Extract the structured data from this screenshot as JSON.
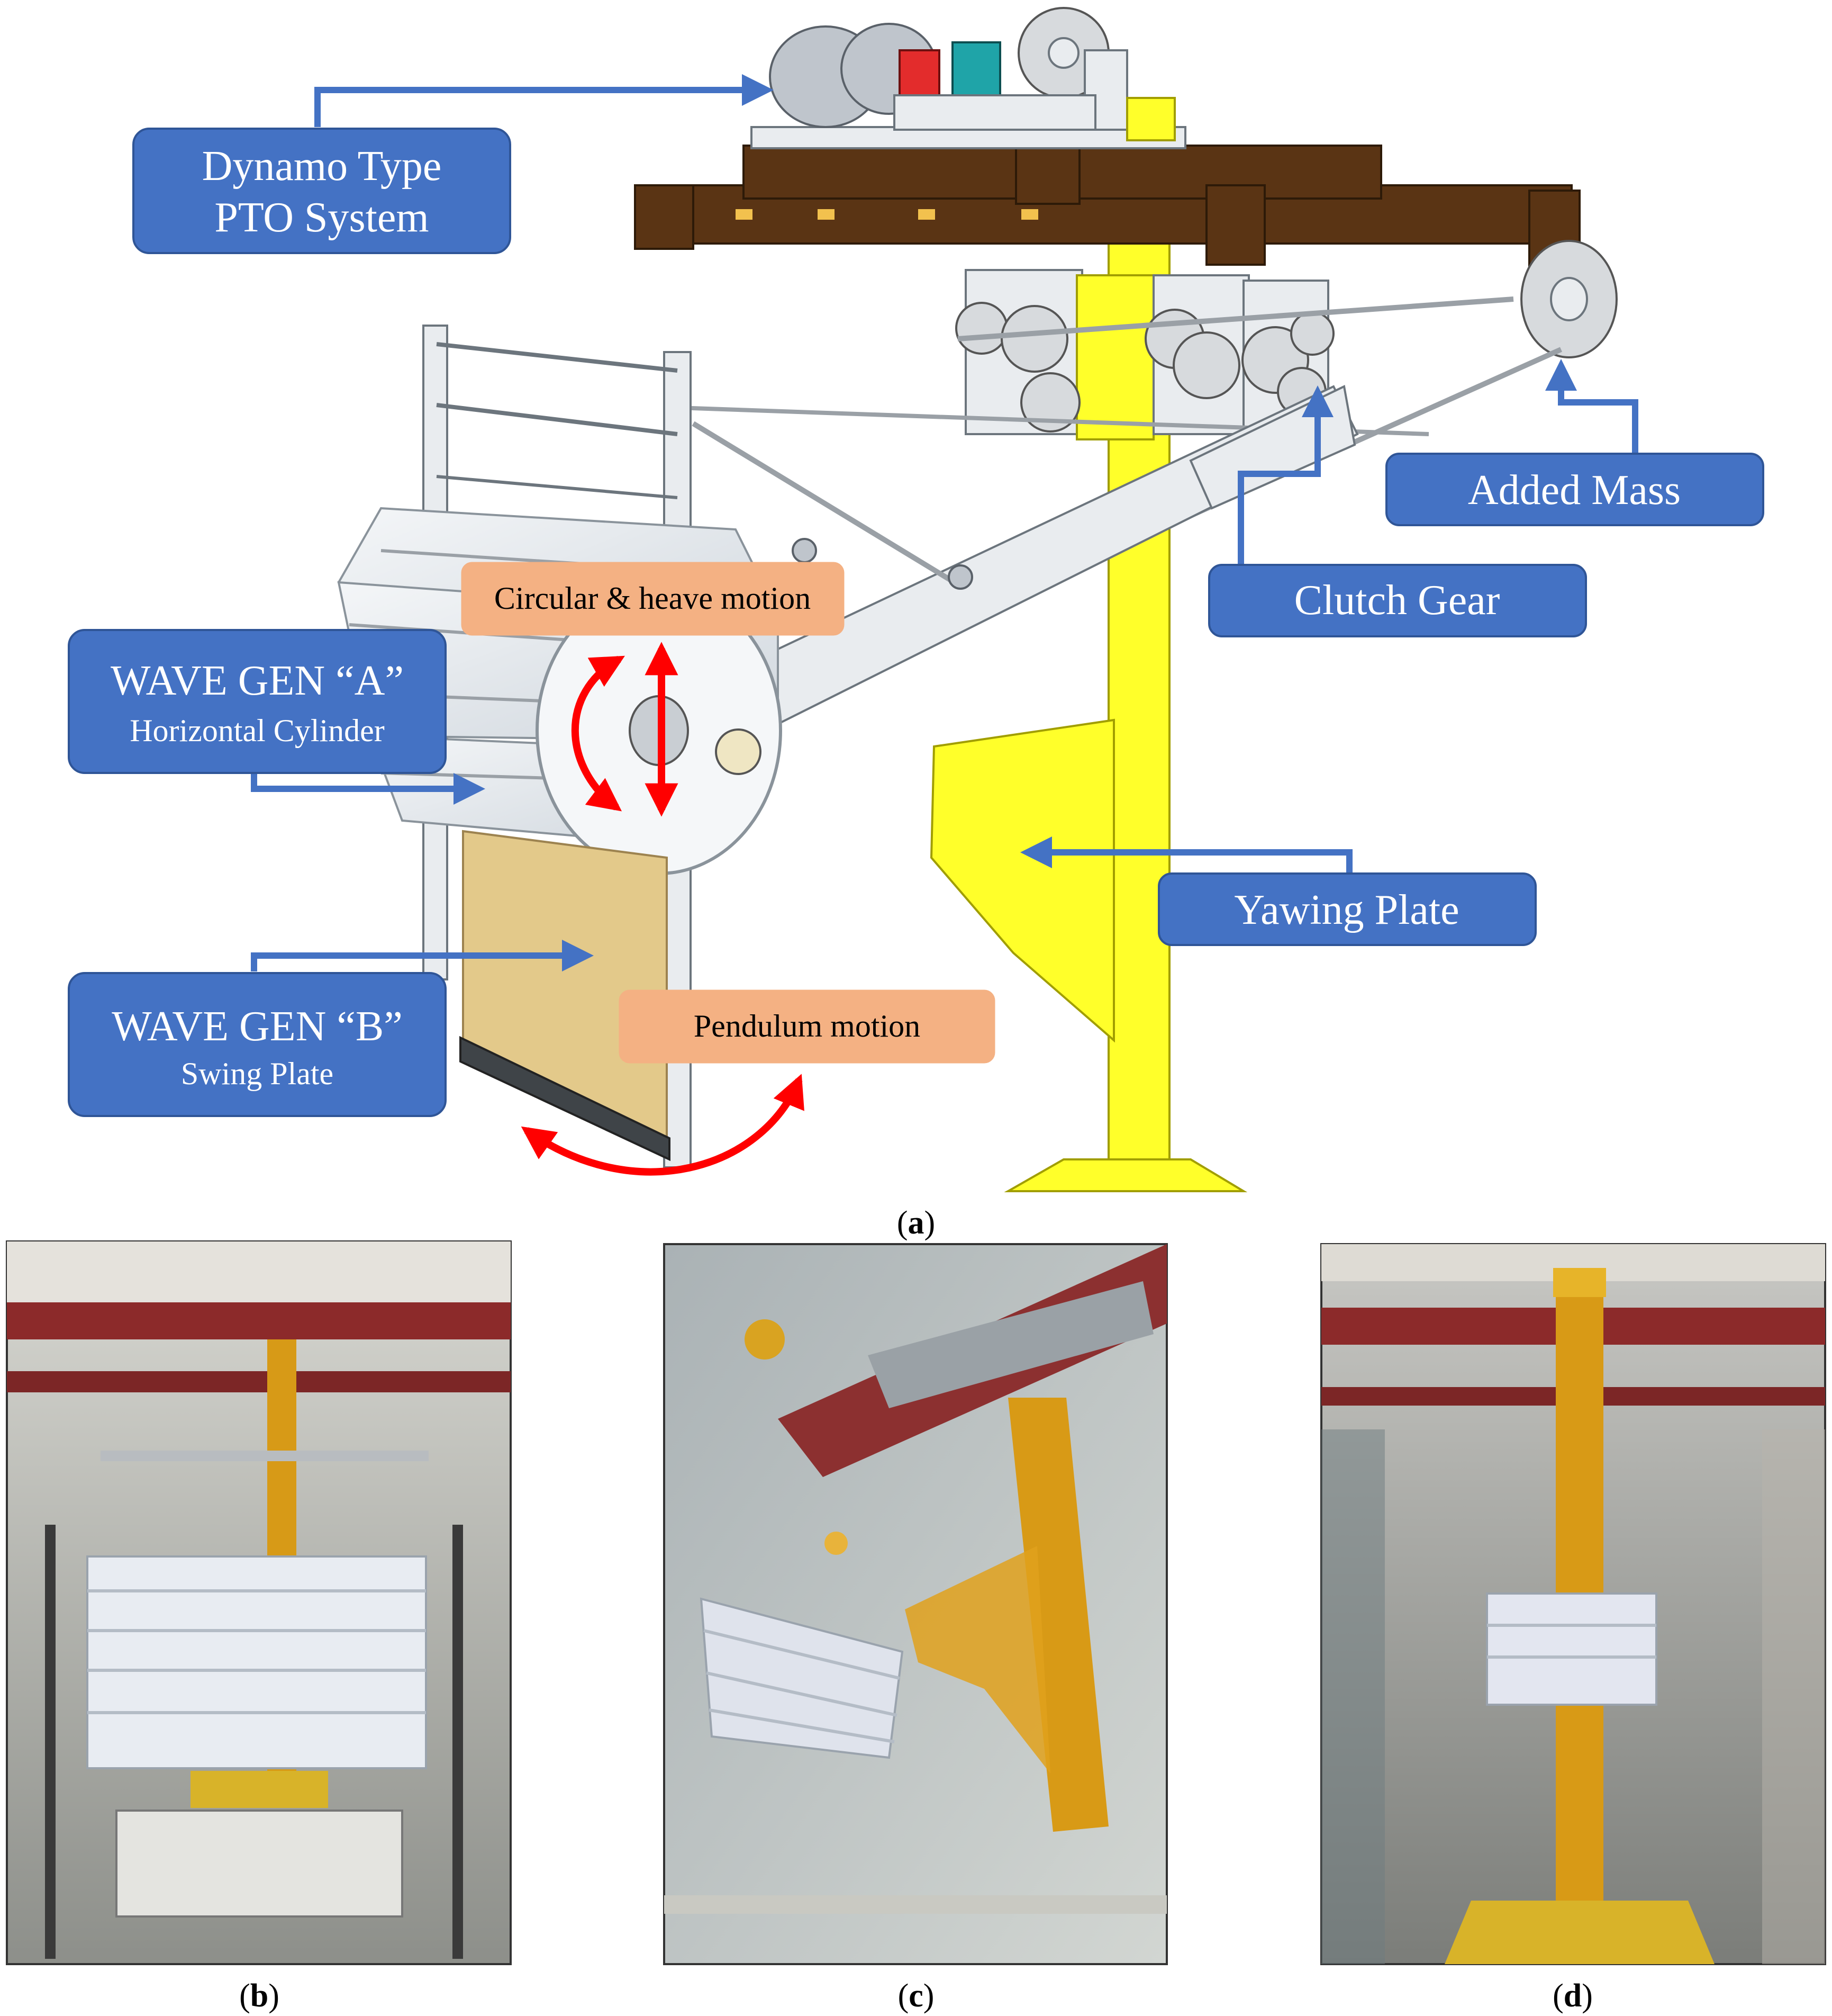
{
  "labels": {
    "dynamo_line1": "Dynamo Type",
    "dynamo_line2": "PTO System",
    "added_mass": "Added Mass",
    "clutch_gear": "Clutch Gear",
    "wave_a_line1": "WAVE GEN “A”",
    "wave_a_line2": "Horizontal Cylinder",
    "wave_b_line1": "WAVE GEN “B”",
    "wave_b_line2": "Swing Plate",
    "yawing_plate": "Yawing Plate",
    "circular_heave": "Circular & heave motion",
    "pendulum": "Pendulum motion"
  },
  "captions": {
    "a": "a",
    "b": "b",
    "c": "c",
    "d": "d"
  },
  "colors": {
    "callout": "#4472c4",
    "note": "#f4b183",
    "motion_arrow": "#ff0000",
    "support_column": "#ffff2a",
    "frame": "#5a3414"
  }
}
